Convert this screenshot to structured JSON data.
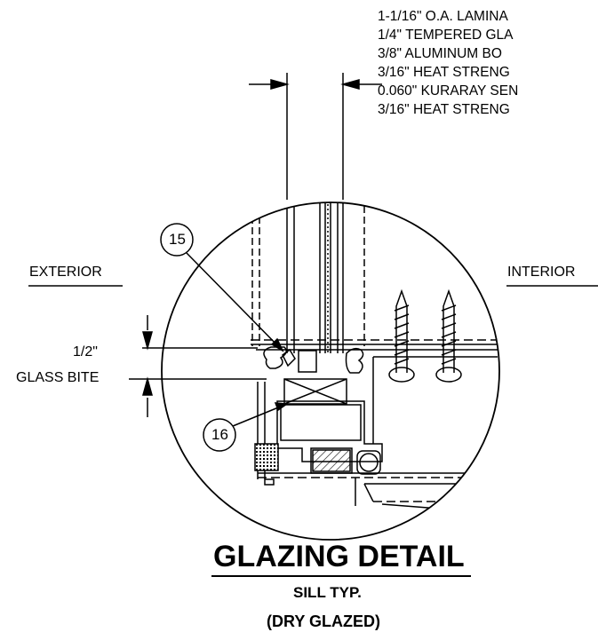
{
  "spec_lines": [
    "1-1/16\" O.A. LAMINA",
    "1/4\" TEMPERED GLA",
    "3/8\" ALUMINUM BO",
    "3/16\" HEAT STRENG",
    "0.060\" KURARAY SEN",
    "3/16\" HEAT STRENG"
  ],
  "labels": {
    "exterior": "EXTERIOR",
    "interior": "INTERIOR",
    "bite_dim": "1/2\"",
    "bite_text": "GLASS BITE"
  },
  "callouts": {
    "c15": "15",
    "c16": "16"
  },
  "title": {
    "main": "GLAZING DETAIL",
    "sub1": "SILL TYP.",
    "sub2": "(DRY GLAZED)"
  }
}
